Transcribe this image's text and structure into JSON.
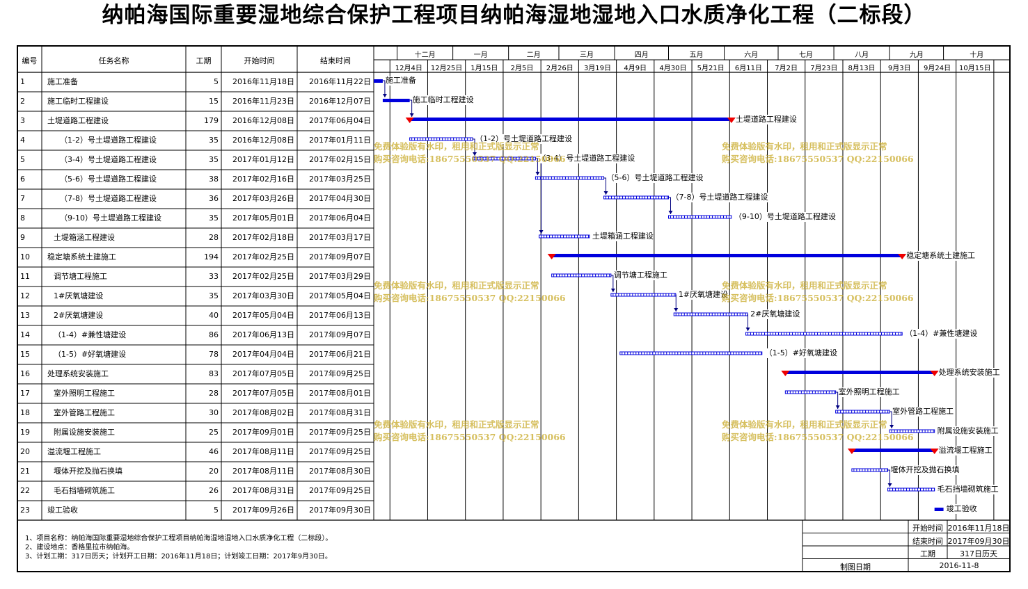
{
  "title": "纳帕海国际重要湿地综合保护工程项目纳帕海湿地湿地入口水质净化工程（二标段）",
  "table": {
    "headers": {
      "id": "编号",
      "name": "任务名称",
      "duration": "工期",
      "start": "开始时间",
      "end": "结束时间"
    }
  },
  "timeline": {
    "months": [
      "十二月",
      "一月",
      "二月",
      "三月",
      "四月",
      "五月",
      "六月",
      "七月",
      "八月",
      "九月",
      "十月"
    ],
    "weeks": [
      "12月4日",
      "12月25日",
      "1月15日",
      "2月5日",
      "2月26日",
      "3月19日",
      "4月9日",
      "4月30日",
      "5月21日",
      "6月11日",
      "7月2日",
      "7月23日",
      "8月13日",
      "9月3日",
      "9月24日",
      "10月15日"
    ]
  },
  "chart_data": {
    "type": "gantt",
    "x_range": [
      "2016-11-18",
      "2017-10-31"
    ],
    "tasks": [
      {
        "id": "1",
        "name": "施工准备",
        "duration": "5",
        "start": "2016年11月18日",
        "end": "2016年11月22日",
        "s": "2016-11-18",
        "e": "2016-11-22",
        "kind": "task",
        "indent": 0,
        "label": "施工准备"
      },
      {
        "id": "2",
        "name": "施工临时工程建设",
        "duration": "15",
        "start": "2016年11月23日",
        "end": "2016年12月07日",
        "s": "2016-11-23",
        "e": "2016-12-07",
        "kind": "task",
        "indent": 0,
        "label": "施工临时工程建设"
      },
      {
        "id": "3",
        "name": "土堤道路工程建设",
        "duration": "179",
        "start": "2016年12月08日",
        "end": "2017年06月04日",
        "s": "2016-12-08",
        "e": "2017-06-04",
        "kind": "summary",
        "indent": 0,
        "label": "土堤道路工程建设"
      },
      {
        "id": "4",
        "name": "（1-2）号土堤道路工程建设",
        "duration": "35",
        "start": "2016年12月08日",
        "end": "2017年01月11日",
        "s": "2016-12-08",
        "e": "2017-01-11",
        "kind": "sub",
        "indent": 2,
        "label": "（1-2）号土堤道路工程建设"
      },
      {
        "id": "5",
        "name": "（3-4）号土堤道路工程建设",
        "duration": "35",
        "start": "2017年01月12日",
        "end": "2017年02月15日",
        "s": "2017-01-12",
        "e": "2017-02-15",
        "kind": "sub",
        "indent": 2,
        "label": "（3-4）号土堤道路工程建设"
      },
      {
        "id": "6",
        "name": "（5-6）号土堤道路工程建设",
        "duration": "38",
        "start": "2017年02月16日",
        "end": "2017年03月25日",
        "s": "2017-02-16",
        "e": "2017-03-25",
        "kind": "sub",
        "indent": 2,
        "label": "（5-6）号土堤道路工程建设"
      },
      {
        "id": "7",
        "name": "（7-8）号土堤道路工程建设",
        "duration": "36",
        "start": "2017年03月26日",
        "end": "2017年04月30日",
        "s": "2017-03-26",
        "e": "2017-04-30",
        "kind": "sub",
        "indent": 2,
        "label": "（7-8）号土堤道路工程建设"
      },
      {
        "id": "8",
        "name": "（9-10）号土堤道路工程建设",
        "duration": "35",
        "start": "2017年05月01日",
        "end": "2017年06月04日",
        "s": "2017-05-01",
        "e": "2017-06-04",
        "kind": "sub",
        "indent": 2,
        "label": "（9-10）号土堤道路工程建设"
      },
      {
        "id": "9",
        "name": "土堤箱涵工程建设",
        "duration": "28",
        "start": "2017年02月18日",
        "end": "2017年03月17日",
        "s": "2017-02-18",
        "e": "2017-03-17",
        "kind": "sub",
        "indent": 1,
        "label": "土堤箱涵工程建设"
      },
      {
        "id": "10",
        "name": "稳定塘系统土建施工",
        "duration": "194",
        "start": "2017年02月25日",
        "end": "2017年09月07日",
        "s": "2017-02-25",
        "e": "2017-09-07",
        "kind": "summary",
        "indent": 0,
        "label": "稳定塘系统土建施工"
      },
      {
        "id": "11",
        "name": "调节塘工程施工",
        "duration": "33",
        "start": "2017年02月25日",
        "end": "2017年03月29日",
        "s": "2017-02-25",
        "e": "2017-03-29",
        "kind": "sub",
        "indent": 1,
        "label": "调节塘工程施工"
      },
      {
        "id": "12",
        "name": "1#厌氧塘建设",
        "duration": "35",
        "start": "2017年03月30日",
        "end": "2017年05月04日",
        "s": "2017-03-30",
        "e": "2017-05-04",
        "kind": "sub",
        "indent": 1,
        "label": "1#厌氧塘建设"
      },
      {
        "id": "13",
        "name": "2#厌氧塘建设",
        "duration": "40",
        "start": "2017年05月04日",
        "end": "2017年06月13日",
        "s": "2017-05-04",
        "e": "2017-06-13",
        "kind": "sub",
        "indent": 1,
        "label": "2#厌氧塘建设"
      },
      {
        "id": "14",
        "name": "（1-4）#兼性塘建设",
        "duration": "86",
        "start": "2017年06月13日",
        "end": "2017年09月07日",
        "s": "2017-06-13",
        "e": "2017-09-07",
        "kind": "sub",
        "indent": 1,
        "label": "（1-4）#兼性塘建设"
      },
      {
        "id": "15",
        "name": "（1-5）#好氧塘建设",
        "duration": "78",
        "start": "2017年04月04日",
        "end": "2017年06月21日",
        "s": "2017-04-04",
        "e": "2017-06-21",
        "kind": "sub",
        "indent": 1,
        "label": "（1-5）#好氧塘建设"
      },
      {
        "id": "16",
        "name": "处理系统安装施工",
        "duration": "83",
        "start": "2017年07月05日",
        "end": "2017年09月25日",
        "s": "2017-07-05",
        "e": "2017-09-25",
        "kind": "summary",
        "indent": 0,
        "label": "处理系统安装施工"
      },
      {
        "id": "17",
        "name": "室外照明工程施工",
        "duration": "28",
        "start": "2017年07月05日",
        "end": "2017年08月01日",
        "s": "2017-07-05",
        "e": "2017-08-01",
        "kind": "sub",
        "indent": 1,
        "label": "室外照明工程施工"
      },
      {
        "id": "18",
        "name": "室外管路工程施工",
        "duration": "30",
        "start": "2017年08月02日",
        "end": "2017年08月31日",
        "s": "2017-08-02",
        "e": "2017-08-31",
        "kind": "sub",
        "indent": 1,
        "label": "室外管路工程施工"
      },
      {
        "id": "19",
        "name": "附属设施安装施工",
        "duration": "25",
        "start": "2017年09月01日",
        "end": "2017年09月25日",
        "s": "2017-09-01",
        "e": "2017-09-25",
        "kind": "sub",
        "indent": 1,
        "label": "附属设施安装施工"
      },
      {
        "id": "20",
        "name": "溢流堰工程施工",
        "duration": "46",
        "start": "2017年08月11日",
        "end": "2017年09月25日",
        "s": "2017-08-11",
        "e": "2017-09-25",
        "kind": "summary",
        "indent": 0,
        "label": "溢流堰工程施工"
      },
      {
        "id": "21",
        "name": "堰体开挖及抛石换填",
        "duration": "20",
        "start": "2017年08月11日",
        "end": "2017年08月30日",
        "s": "2017-08-11",
        "e": "2017-08-30",
        "kind": "sub",
        "indent": 1,
        "label": "堰体开挖及抛石换填"
      },
      {
        "id": "22",
        "name": "毛石挡墙砌筑施工",
        "duration": "26",
        "start": "2017年08月31日",
        "end": "2017年09月25日",
        "s": "2017-08-31",
        "e": "2017-09-25",
        "kind": "sub",
        "indent": 1,
        "label": "毛石挡墙砌筑施工"
      },
      {
        "id": "23",
        "name": "竣工验收",
        "duration": "5",
        "start": "2017年09月26日",
        "end": "2017年09月30日",
        "s": "2017-09-26",
        "e": "2017-09-30",
        "kind": "task",
        "indent": 0,
        "label": "竣工验收"
      }
    ]
  },
  "notes": [
    "1、项目名称：纳帕海国际重要湿地综合保护工程项目纳帕海湿地湿地入口水质净化工程（二标段）。",
    "2、建设地点：香格里拉市纳帕海。",
    "3、计划工期：317日历天；计划开工日期：2016年11月18日；计划竣工日期：2017年9月30日。"
  ],
  "summary": {
    "start_label": "开始时间",
    "start_value": "2016年11月18日",
    "end_label": "结束时间",
    "end_value": "2017年09月30日",
    "duration_label": "工期",
    "duration_value": "317日历天",
    "date_label": "制图日期",
    "date_value": "2016-11-8"
  },
  "watermark": {
    "line1": "免费体验版有水印，租用和正式版显示正常",
    "line2": "购买咨询电话:18675550537 QQ:22150066"
  },
  "colors": {
    "bar": "#0000dd",
    "summary_end": "#ee0000",
    "link": "#000080"
  }
}
